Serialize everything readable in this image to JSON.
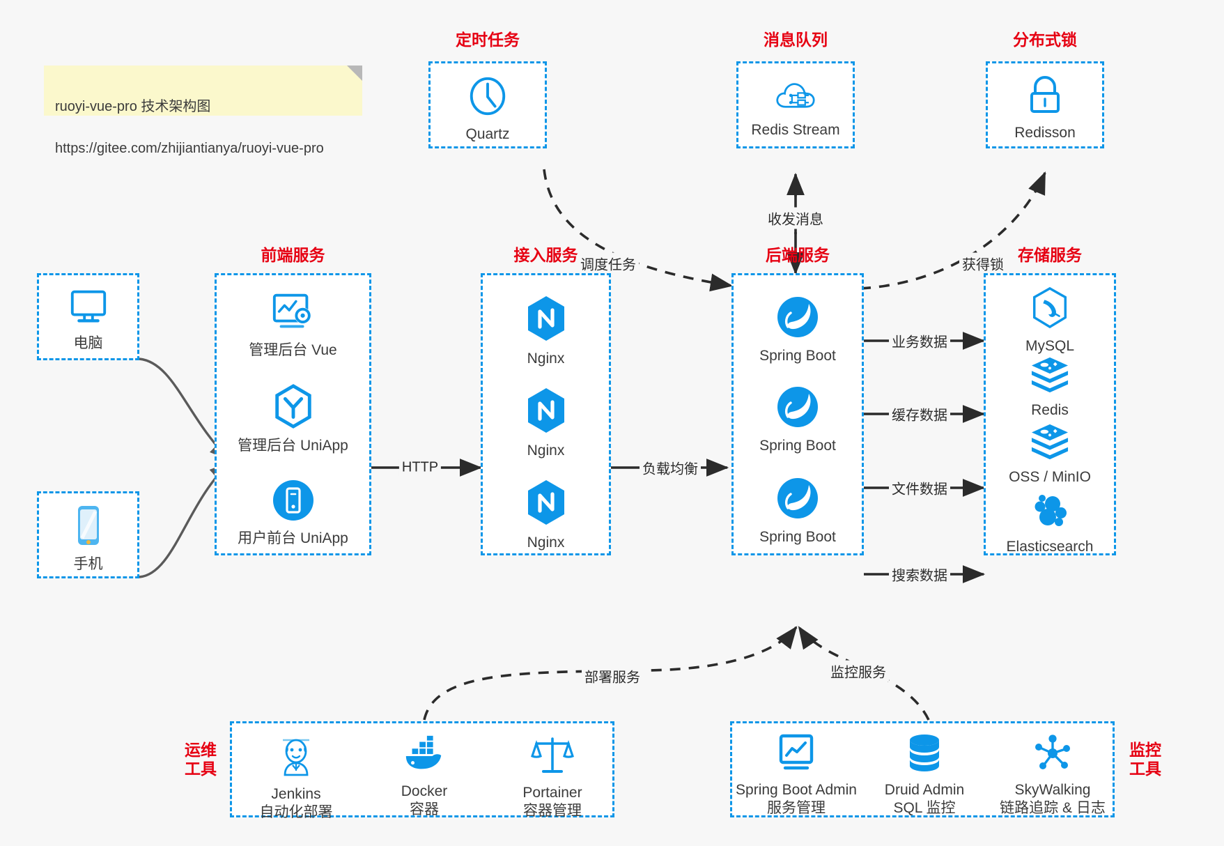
{
  "meta": {
    "background_color": "#f7f7f7",
    "accent_blue": "#0d96e8",
    "caption_red": "#e60012",
    "note_yellow": "#fbf8cc",
    "text_gray": "#3b3b3b"
  },
  "note": {
    "line1": "ruoyi-vue-pro 技术架构图",
    "line2": "https://gitee.com/zhijiantianya/ruoyi-vue-pro"
  },
  "groups": {
    "scheduled_task": {
      "caption": "定时任务",
      "nodes": [
        {
          "label": "Quartz",
          "icon": "clock-icon"
        }
      ]
    },
    "message_queue": {
      "caption": "消息队列",
      "nodes": [
        {
          "label": "Redis Stream",
          "icon": "cloud-network-icon"
        }
      ]
    },
    "distributed_lock": {
      "caption": "分布式锁",
      "nodes": [
        {
          "label": "Redisson",
          "icon": "lock-icon"
        }
      ]
    },
    "client_pc": {
      "caption": "",
      "nodes": [
        {
          "label": "电脑",
          "icon": "desktop-monitor-icon"
        }
      ]
    },
    "client_mobile": {
      "caption": "",
      "nodes": [
        {
          "label": "手机",
          "icon": "smartphone-icon"
        }
      ]
    },
    "frontend_service": {
      "caption": "前端服务",
      "nodes": [
        {
          "label": "管理后台 Vue",
          "icon": "dashboard-gear-icon"
        },
        {
          "label": "管理后台 UniApp",
          "icon": "hexagon-y-icon"
        },
        {
          "label": "用户前台 UniApp",
          "icon": "mobile-circle-icon"
        }
      ]
    },
    "access_service": {
      "caption": "接入服务",
      "nodes": [
        {
          "label": "Nginx",
          "icon": "nginx-icon"
        },
        {
          "label": "Nginx",
          "icon": "nginx-icon"
        },
        {
          "label": "Nginx",
          "icon": "nginx-icon"
        }
      ]
    },
    "backend_service": {
      "caption": "后端服务",
      "nodes": [
        {
          "label": "Spring Boot",
          "icon": "spring-leaf-icon"
        },
        {
          "label": "Spring Boot",
          "icon": "spring-leaf-icon"
        },
        {
          "label": "Spring Boot",
          "icon": "spring-leaf-icon"
        }
      ]
    },
    "storage_service": {
      "caption": "存储服务",
      "nodes": [
        {
          "label": "MySQL",
          "icon": "mysql-dolphin-icon"
        },
        {
          "label": "Redis",
          "icon": "redis-stack-icon"
        },
        {
          "label": "OSS / MinIO",
          "icon": "redis-stack-icon"
        },
        {
          "label": "Elasticsearch",
          "icon": "elasticsearch-icon"
        }
      ]
    },
    "devops_tools": {
      "caption": "运维\n工具",
      "nodes": [
        {
          "label": "Jenkins\n自动化部署",
          "icon": "jenkins-butler-icon"
        },
        {
          "label": "Docker\n容器",
          "icon": "docker-whale-icon"
        },
        {
          "label": "Portainer\n容器管理",
          "icon": "scales-icon"
        }
      ]
    },
    "monitor_tools": {
      "caption": "监控\n工具",
      "nodes": [
        {
          "label": "Spring Boot Admin\n服务管理",
          "icon": "monitor-chart-icon"
        },
        {
          "label": "Druid Admin\nSQL 监控",
          "icon": "database-cylinder-icon"
        },
        {
          "label": "SkyWalking\n链路追踪 & 日志",
          "icon": "skywalking-nodes-icon"
        }
      ]
    }
  },
  "edges": [
    {
      "id": "schedule-task",
      "label": "调度任务",
      "from": "scheduled_task",
      "to": "backend_service",
      "style": "dashed"
    },
    {
      "id": "send-receive-msg",
      "label": "收发消息",
      "from": "backend_service",
      "to": "message_queue",
      "style": "dashed-bidirectional"
    },
    {
      "id": "acquire-lock",
      "label": "获得锁",
      "from": "backend_service",
      "to": "distributed_lock",
      "style": "dashed"
    },
    {
      "id": "http",
      "label": "HTTP",
      "from": "frontend_service",
      "to": "access_service",
      "style": "solid"
    },
    {
      "id": "load-balance",
      "label": "负载均衡",
      "from": "access_service",
      "to": "backend_service",
      "style": "solid"
    },
    {
      "id": "business-data",
      "label": "业务数据",
      "from": "backend_service",
      "to": "storage_service",
      "style": "solid"
    },
    {
      "id": "cache-data",
      "label": "缓存数据",
      "from": "backend_service",
      "to": "storage_service",
      "style": "solid"
    },
    {
      "id": "file-data",
      "label": "文件数据",
      "from": "backend_service",
      "to": "storage_service",
      "style": "solid"
    },
    {
      "id": "search-data",
      "label": "搜索数据",
      "from": "backend_service",
      "to": "storage_service",
      "style": "solid"
    },
    {
      "id": "deploy-service",
      "label": "部署服务",
      "from": "devops_tools",
      "to": "backend_service",
      "style": "dashed"
    },
    {
      "id": "monitor-service",
      "label": "监控服务",
      "from": "monitor_tools",
      "to": "backend_service",
      "style": "dashed"
    }
  ]
}
